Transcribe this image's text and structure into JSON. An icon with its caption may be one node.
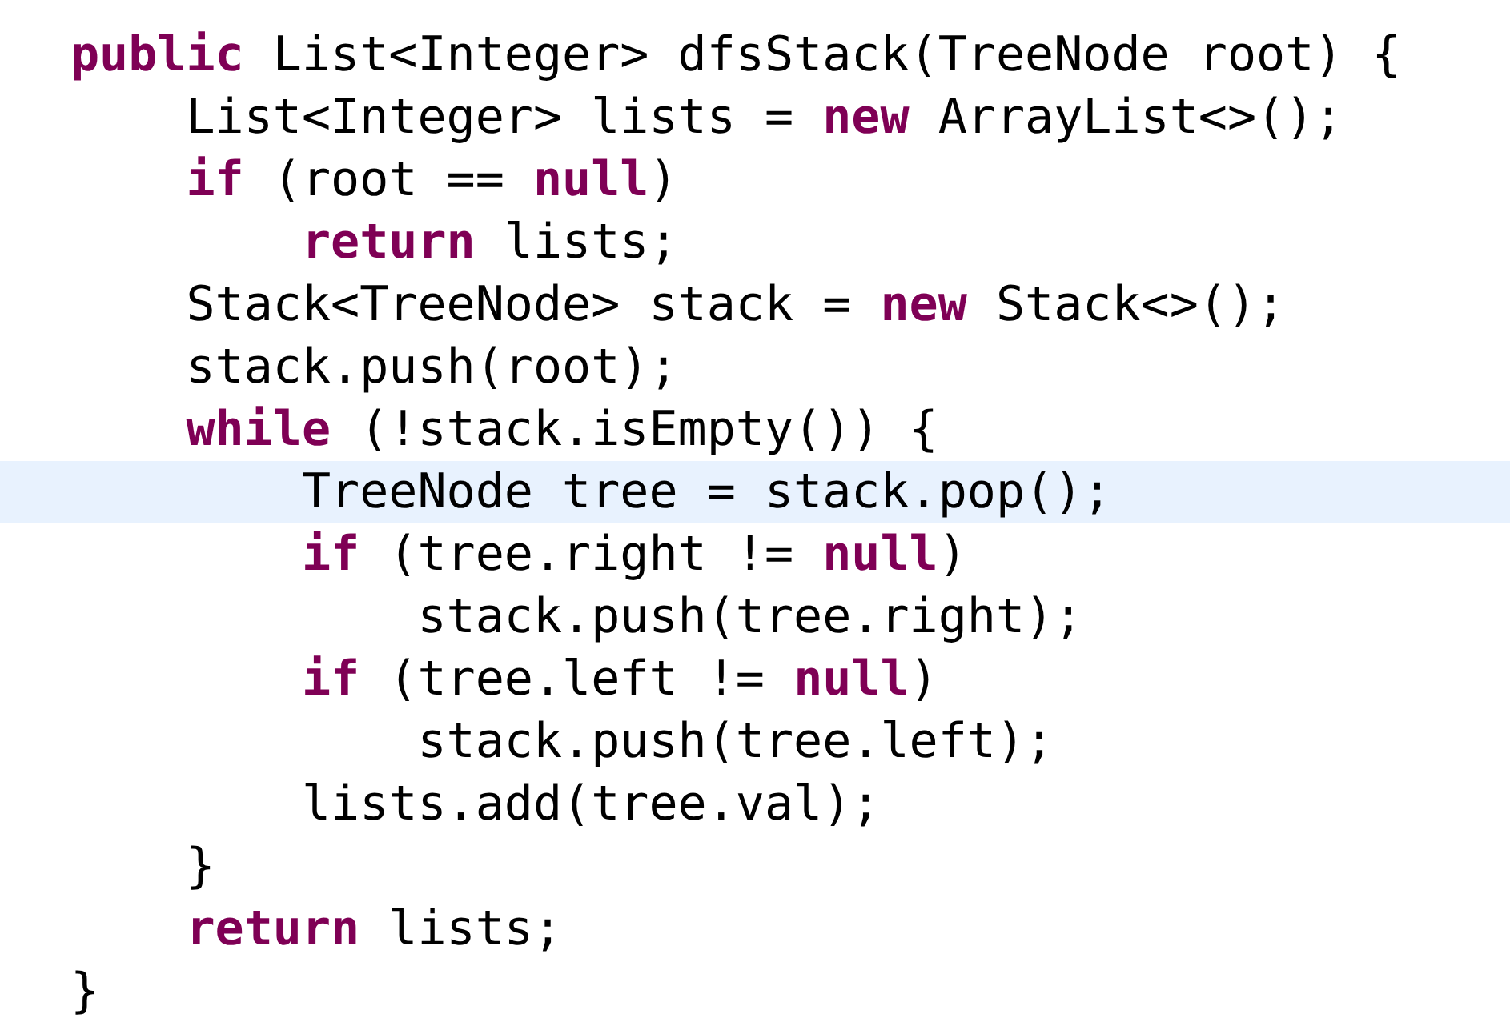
{
  "diagram": {
    "labels": [
      "**public** List<Integer> dfsStack(TreeNode root) {",
      "    List<Integer> lists = **new** ArrayList<>();",
      "    **if** (root == **null**)",
      "        **return** lists;",
      "    Stack<TreeNode> stack = **new** Stack<>();",
      "    stack.push(root);",
      "    **while** (!stack.isEmpty()) {",
      "        TreeNode tree = stack.pop();",
      "        **if** (tree.right != **null**)",
      "            stack.push(tree.right);",
      "        **if** (tree.left != **null**)",
      "            stack.push(tree.left);",
      "        lists.add(tree.val);",
      "    }",
      "    **return** lists;",
      "}"
    ]
  }
}
